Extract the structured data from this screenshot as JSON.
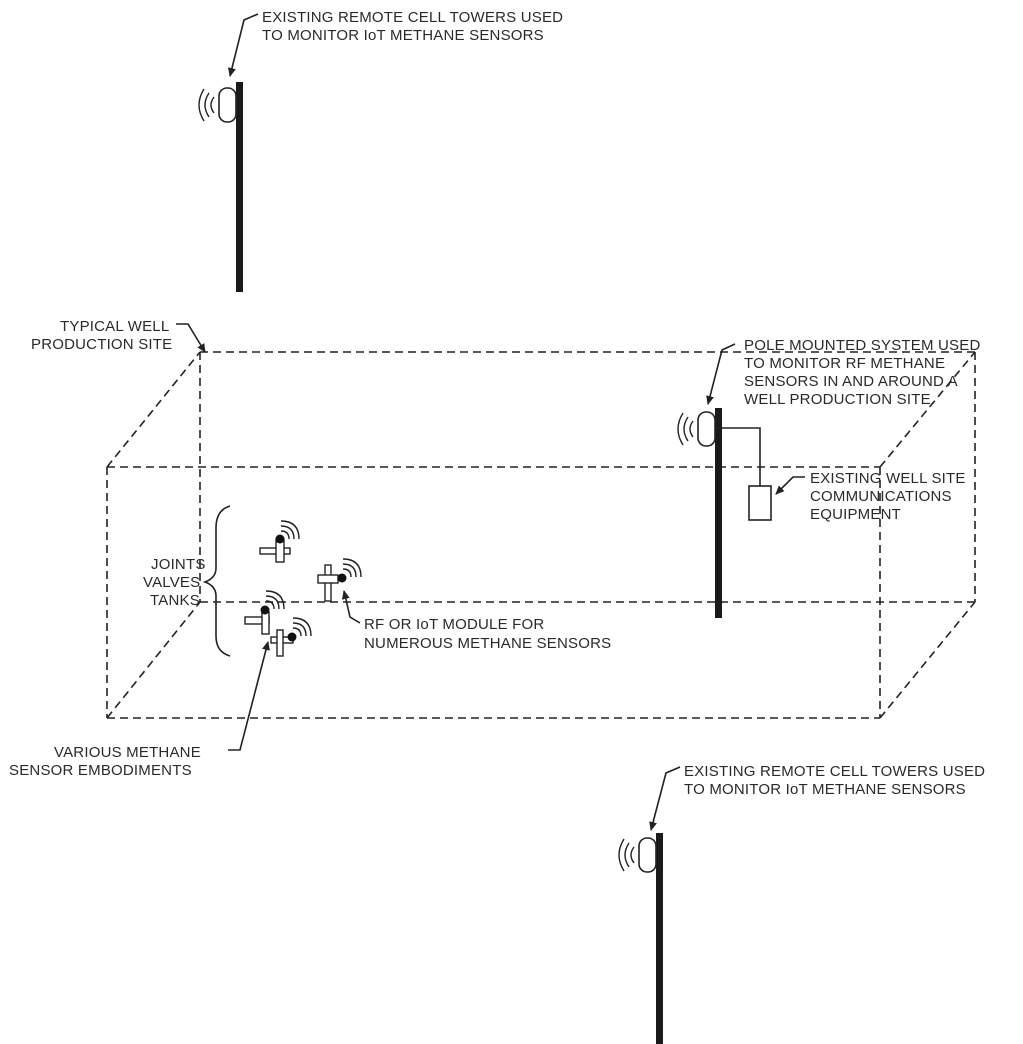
{
  "labels": {
    "top_tower_line1": "EXISTING REMOTE CELL TOWERS USED",
    "top_tower_line2": "TO MONITOR IoT METHANE SENSORS",
    "site_line1": "TYPICAL WELL",
    "site_line2": "PRODUCTION SITE",
    "pole_line1": "POLE MOUNTED SYSTEM USED",
    "pole_line2": "TO MONITOR RF METHANE",
    "pole_line3": "SENSORS IN AND AROUND A",
    "pole_line4": "WELL PRODUCTION SITE.",
    "comm_line1": "EXISTING WELL SITE",
    "comm_line2": "COMMUNICATIONS",
    "comm_line3": "EQUIPMENT",
    "joints": "JOINTS",
    "valves": "VALVES",
    "tanks": "TANKS",
    "module_line1": "RF OR IoT MODULE FOR",
    "module_line2": "NUMEROUS METHANE SENSORS",
    "sensor_line1": "VARIOUS METHANE",
    "sensor_line2": "SENSOR EMBODIMENTS",
    "bottom_tower_line1": "EXISTING REMOTE CELL TOWERS USED",
    "bottom_tower_line2": "TO MONITOR IoT METHANE SENSORS"
  },
  "icons": [
    "cell-tower-icon",
    "wireless-signal-icon",
    "methane-sensor-icon",
    "communications-box-icon"
  ]
}
